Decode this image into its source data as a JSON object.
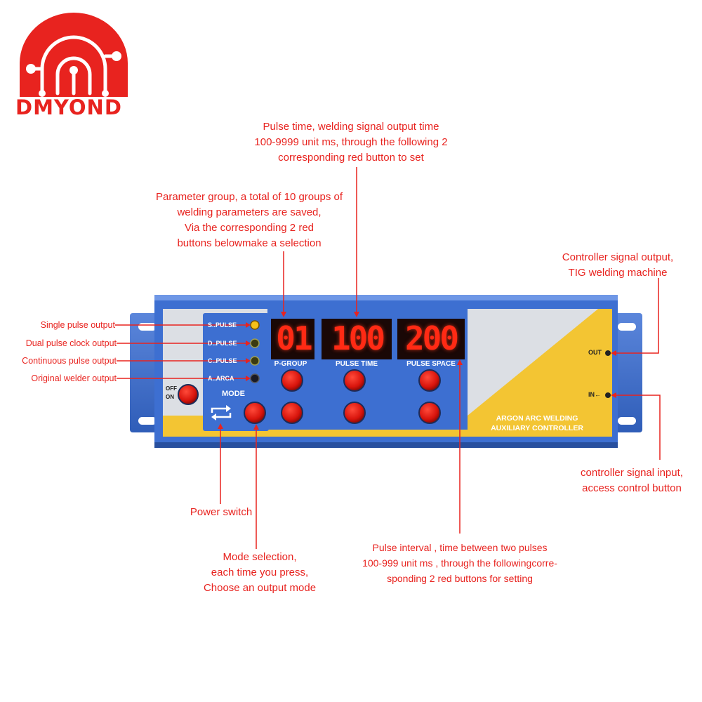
{
  "brand": {
    "name": "DMYOND"
  },
  "device": {
    "display_group": "01",
    "display_pulse_time": "100",
    "display_pulse_space": "200",
    "label_group": "P-GROUP",
    "label_pulse_time": "PULSE TIME",
    "label_pulse_space": "PULSE SPACE",
    "mode_label": "MODE",
    "mode_s": "S..PULSE",
    "mode_d": "D..PULSE",
    "mode_c": "C..PULSE",
    "mode_a": "A..ARCA",
    "off_label": "OFF",
    "on_label": "ON",
    "out_label": "OUT",
    "in_label": "IN←",
    "title_line1": "ARGON ARC WELDING",
    "title_line2": "AUXILIARY CONTROLLER"
  },
  "annotations": {
    "pulse_time": [
      "Pulse time, welding signal output time",
      "100-9999 unit ms, through the following 2",
      "corresponding red button to set"
    ],
    "param_group": [
      "Parameter group, a total of 10 groups of",
      "welding parameters are saved,",
      "Via the corresponding 2 red",
      "buttons belowmake a selection"
    ],
    "controller_out": [
      "Controller signal output,",
      "TIG welding machine"
    ],
    "controller_in": [
      "controller signal input,",
      "access control button"
    ],
    "power_switch": "Power switch",
    "mode_selection": [
      "Mode selection,",
      "each time you press,",
      "Choose an output mode"
    ],
    "pulse_interval": [
      "Pulse interval , time between two pulses",
      "100-999 unit ms , through the followingcorre-",
      "sponding 2 red buttons for setting"
    ],
    "single_pulse": "Single pulse output",
    "dual_pulse": "Dual pulse clock output",
    "continuous_pulse": "Continuous pulse output",
    "original_welder": "Original welder output"
  },
  "colors": {
    "annotation_red": "#e8231f",
    "panel_blue": "#3d6fd1",
    "accent_yellow": "#f3c533"
  }
}
